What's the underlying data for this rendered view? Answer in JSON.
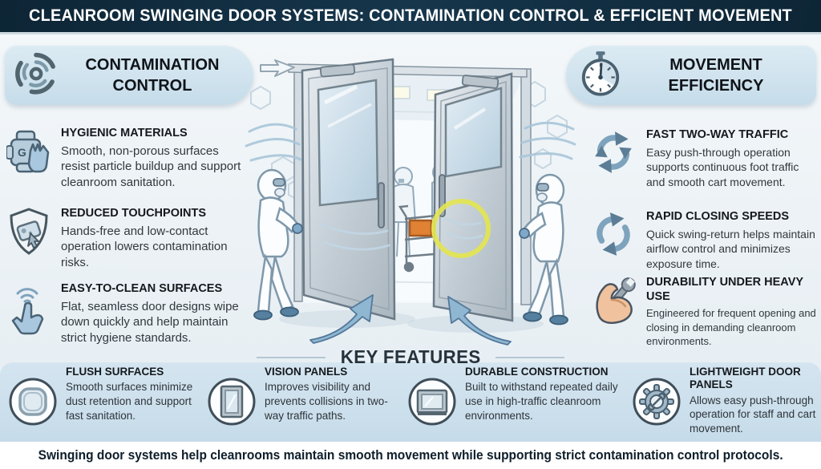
{
  "banner": {
    "title": "CLEANROOM SWINGING DOOR SYSTEMS: CONTAMINATION CONTROL & EFFICIENT MOVEMENT"
  },
  "left_section": {
    "title_line1": "CONTAMINATION",
    "title_line2": "CONTROL",
    "icon": "swirl-icon",
    "items": [
      {
        "icon": "sanitizer-hand-icon",
        "title": "HYGIENIC MATERIALS",
        "desc": "Smooth, non-porous surfaces resist particle buildup and support cleanroom sanitation."
      },
      {
        "icon": "shield-wipe-icon",
        "title": "REDUCED TOUCHPOINTS",
        "desc": "Hands-free and low-contact operation lowers contamination risks."
      },
      {
        "icon": "touch-hand-icon",
        "title": "EASY-TO-CLEAN SURFACES",
        "desc": "Flat, seamless door designs wipe down quickly and help maintain strict hygiene standards."
      }
    ]
  },
  "right_section": {
    "title_line1": "MOVEMENT",
    "title_line2": "EFFICIENCY",
    "icon": "stopwatch-icon",
    "items": [
      {
        "icon": "two-way-cycle-arrows-icon",
        "title": "FAST TWO-WAY TRAFFIC",
        "desc": "Easy push-through operation supports continuous foot traffic and smooth cart movement."
      },
      {
        "icon": "rapid-cycle-arrows-icon",
        "title": "RAPID CLOSING SPEEDS",
        "desc": "Quick swing-return helps maintain airflow control and minimizes exposure time."
      },
      {
        "icon": "muscle-wrench-icon",
        "title": "DURABILITY UNDER HEAVY USE",
        "desc": "Engineered for frequent opening and closing in demanding cleanroom environments."
      }
    ]
  },
  "key_features": {
    "title": "KEY FEATURES",
    "items": [
      {
        "icon": "flush-surface-icon",
        "title": "FLUSH SURFACES",
        "desc": "Smooth surfaces minimize dust retention and support fast sanitation."
      },
      {
        "icon": "vision-panel-icon",
        "title": "VISION PANELS",
        "desc": "Improves visibility and prevents collisions in two-way traffic paths."
      },
      {
        "icon": "durable-panel-icon",
        "title": "DURABLE CONSTRUCTION",
        "desc": "Built to withstand repeated daily use in high-traffic cleanroom environments."
      },
      {
        "icon": "gear-icon",
        "title": "LIGHTWEIGHT DOOR PANELS",
        "desc": "Allows easy push-through operation for staff and cart movement."
      }
    ]
  },
  "footer": {
    "text": "Swinging door systems help cleanrooms maintain smooth movement while supporting strict contamination control protocols."
  },
  "colors": {
    "banner_bg": "#0d2535",
    "pill_bg": "#cfe2ee",
    "band_bg": "#cfe2ef",
    "steel_blue": "#8fb7d2",
    "icon_outline": "#44617a",
    "highlight_yellow": "#e6e84e",
    "cart_box_orange": "#e08134"
  }
}
